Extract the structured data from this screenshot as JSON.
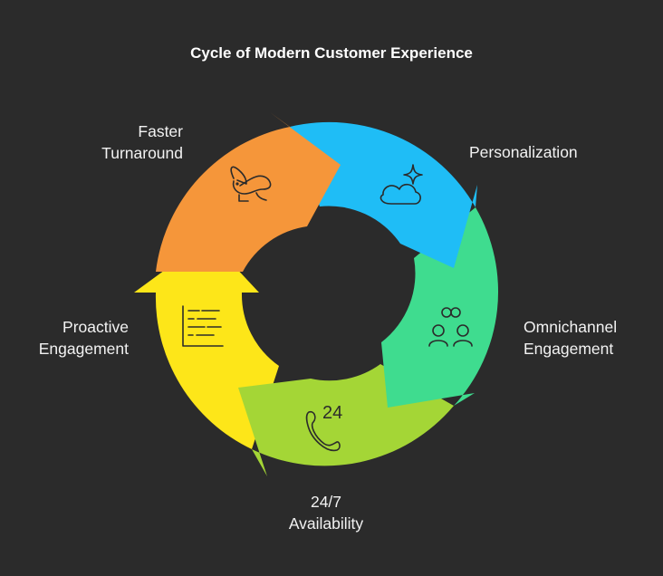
{
  "title": "Cycle of Modern Customer Experience",
  "stages": [
    {
      "id": "faster",
      "lines": [
        "Faster",
        "Turnaround"
      ],
      "color": "#f5963a",
      "icon": "rabbit-icon"
    },
    {
      "id": "personalization",
      "lines": [
        "Personalization"
      ],
      "color": "#1fbdf6",
      "icon": "cloud-sparkle-icon"
    },
    {
      "id": "omnichannel",
      "lines": [
        "Omnichannel",
        "Engagement"
      ],
      "color": "#3fdc8f",
      "icon": "users-link-icon"
    },
    {
      "id": "availability",
      "lines": [
        "24/7",
        "Availability"
      ],
      "color": "#a4d636",
      "icon": "phone-24-icon"
    },
    {
      "id": "proactive",
      "lines": [
        "Proactive",
        "Engagement"
      ],
      "color": "#fde619",
      "icon": "chart-lines-icon"
    }
  ],
  "icon_glyphs": {
    "availability": "24"
  }
}
